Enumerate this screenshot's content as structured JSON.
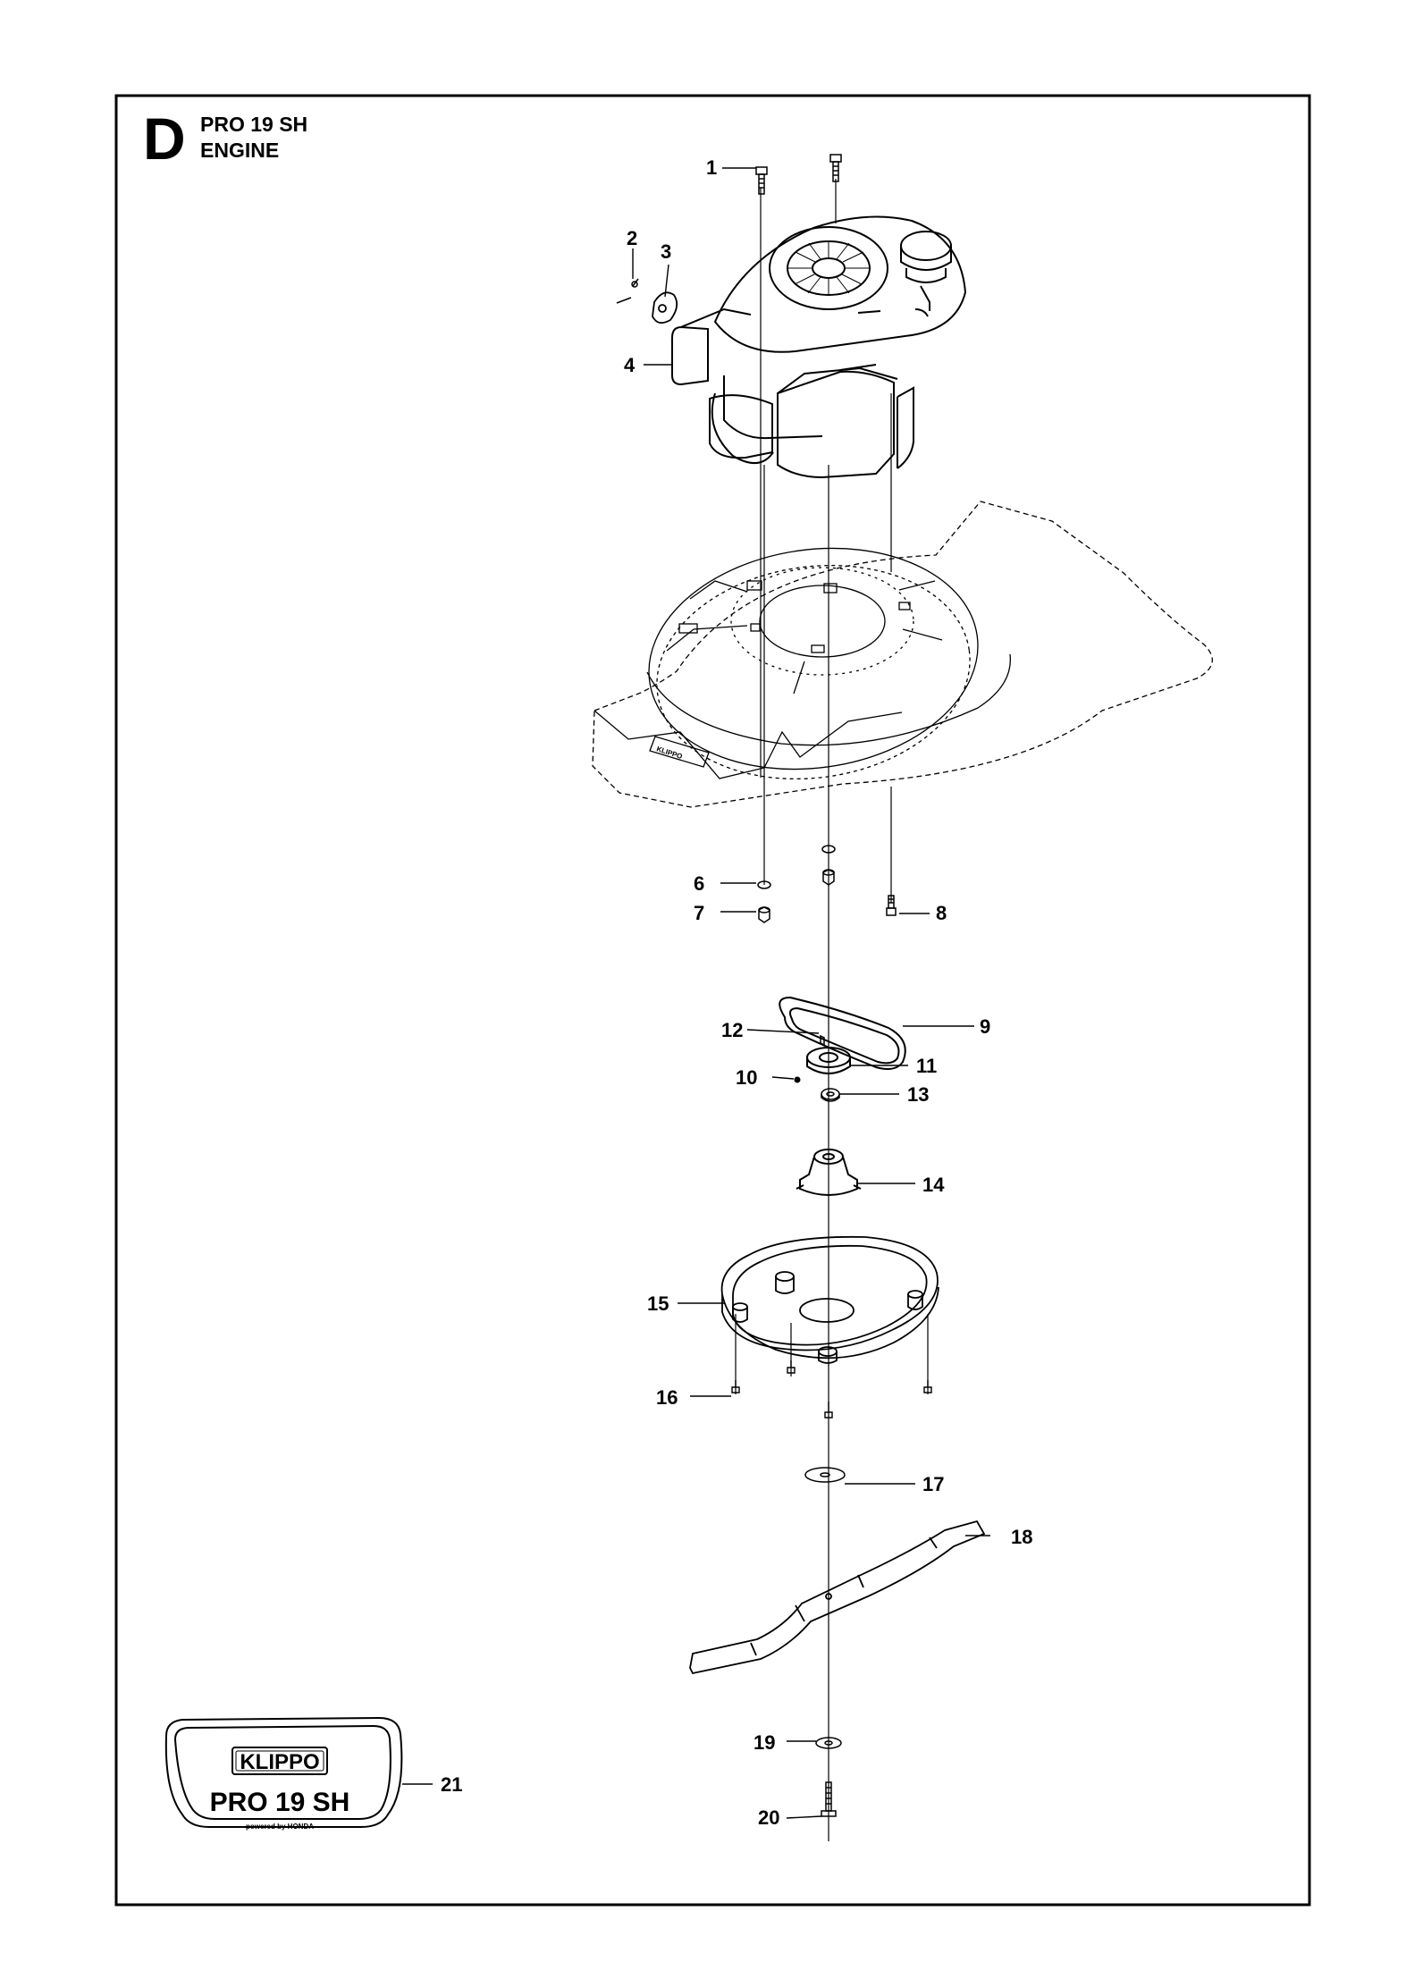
{
  "header": {
    "section_letter": "D",
    "model": "PRO 19 SH",
    "section_title": "ENGINE"
  },
  "logo": {
    "brand": "KLIPPO",
    "model": "PRO 19 SH",
    "powered_by": "powered by HONDA"
  },
  "callouts": [
    "1",
    "2",
    "3",
    "4",
    "6",
    "7",
    "8",
    "9",
    "12",
    "11",
    "10",
    "13",
    "14",
    "15",
    "16",
    "17",
    "18",
    "19",
    "20",
    "21"
  ],
  "colors": {
    "line": "#000000",
    "background": "#ffffff"
  }
}
